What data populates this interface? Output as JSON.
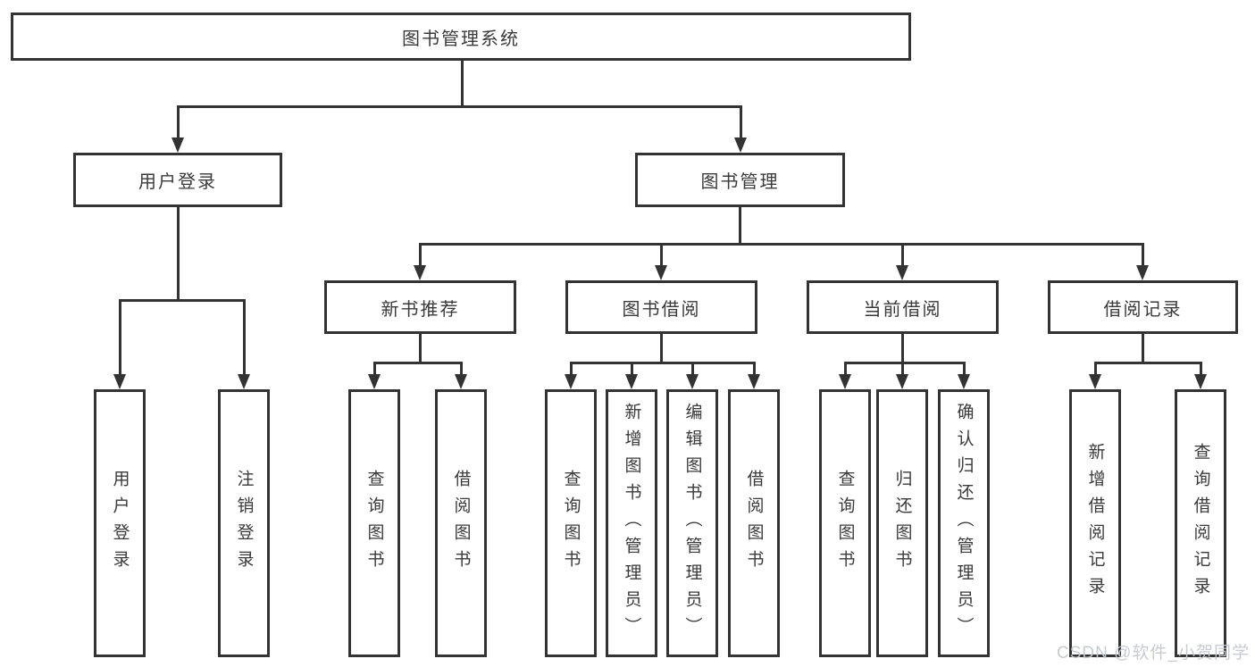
{
  "diagram": {
    "root": {
      "label": "图书管理系统"
    },
    "branches": [
      {
        "label": "用户登录",
        "children": [
          {
            "label": "用户登录"
          },
          {
            "label": "注销登录"
          }
        ]
      },
      {
        "label": "图书管理",
        "groups": [
          {
            "label": "新书推荐",
            "children": [
              {
                "label": "查询图书"
              },
              {
                "label": "借阅图书"
              }
            ]
          },
          {
            "label": "图书借阅",
            "children": [
              {
                "label": "查询图书"
              },
              {
                "label": "新增图书（管理员）"
              },
              {
                "label": "编辑图书（管理员）"
              },
              {
                "label": "借阅图书"
              }
            ]
          },
          {
            "label": "当前借阅",
            "children": [
              {
                "label": "查询图书"
              },
              {
                "label": "归还图书"
              },
              {
                "label": "确认归还（管理员）"
              }
            ]
          },
          {
            "label": "借阅记录",
            "children": [
              {
                "label": "新增借阅记录"
              },
              {
                "label": "查询借阅记录"
              }
            ]
          }
        ]
      }
    ]
  },
  "watermark": "CSDN @软件_小贺同学",
  "colors": {
    "line": "#333333",
    "text": "#3a3a3a",
    "background": "#ffffff",
    "watermark": "#c6cad0"
  }
}
